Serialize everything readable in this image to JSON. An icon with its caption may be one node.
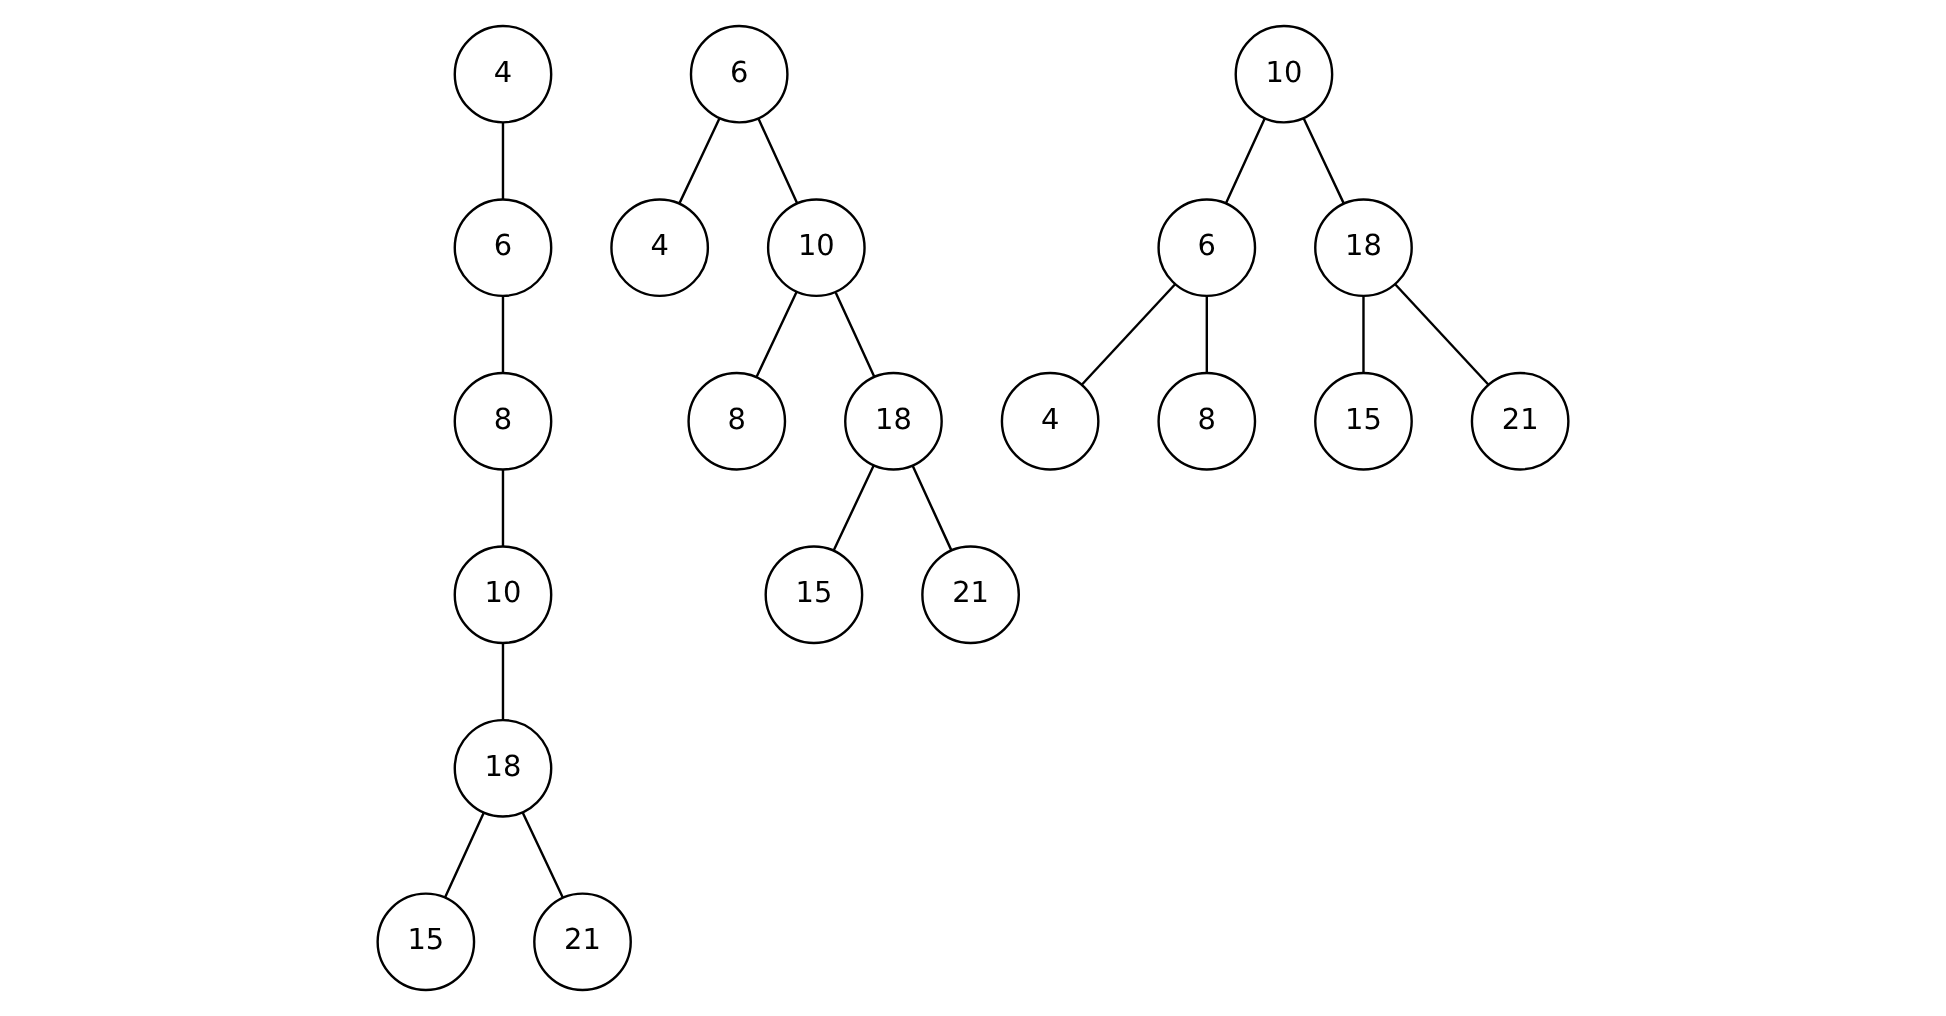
{
  "diagram": {
    "nodes": [
      {
        "text": [
          "4"
        ]
      },
      {
        "text": [
          "6"
        ]
      },
      {
        "text": [
          "8"
        ]
      },
      {
        "text": [
          "10"
        ]
      },
      {
        "text": [
          "18"
        ]
      },
      {
        "text": [
          "15"
        ]
      },
      {
        "text": [
          "21"
        ]
      },
      {
        "text": [
          "6"
        ]
      },
      {
        "text": [
          "4"
        ]
      },
      {
        "text": [
          "10"
        ]
      },
      {
        "text": [
          "8"
        ]
      },
      {
        "text": [
          "18"
        ]
      },
      {
        "text": [
          "15"
        ]
      },
      {
        "text": [
          "21"
        ]
      },
      {
        "text": [
          "10"
        ]
      },
      {
        "text": [
          "6"
        ]
      },
      {
        "text": [
          "18"
        ]
      },
      {
        "text": [
          "4"
        ]
      },
      {
        "text": [
          "8"
        ]
      },
      {
        "text": [
          "15"
        ]
      },
      {
        "text": [
          "21"
        ]
      }
    ],
    "edges": [
      {
        "from": 0,
        "to": 1,
        "arrow": "none"
      },
      {
        "from": 1,
        "to": 2,
        "arrow": "none"
      },
      {
        "from": 2,
        "to": 3,
        "arrow": "none"
      },
      {
        "from": 3,
        "to": 4,
        "arrow": "none"
      },
      {
        "from": 4,
        "to": 5,
        "arrow": "none"
      },
      {
        "from": 4,
        "to": 6,
        "arrow": "none"
      },
      {
        "from": 7,
        "to": 8,
        "arrow": "none"
      },
      {
        "from": 7,
        "to": 9,
        "arrow": "none"
      },
      {
        "from": 9,
        "to": 10,
        "arrow": "none"
      },
      {
        "from": 9,
        "to": 11,
        "arrow": "none"
      },
      {
        "from": 11,
        "to": 12,
        "arrow": "none"
      },
      {
        "from": 11,
        "to": 13,
        "arrow": "none"
      },
      {
        "from": 14,
        "to": 15,
        "arrow": "none"
      },
      {
        "from": 14,
        "to": 16,
        "arrow": "none"
      },
      {
        "from": 15,
        "to": 17,
        "arrow": "none"
      },
      {
        "from": 15,
        "to": 18,
        "arrow": "none"
      },
      {
        "from": 16,
        "to": 19,
        "arrow": "none"
      },
      {
        "from": 16,
        "to": 20,
        "arrow": "none"
      }
    ]
  }
}
